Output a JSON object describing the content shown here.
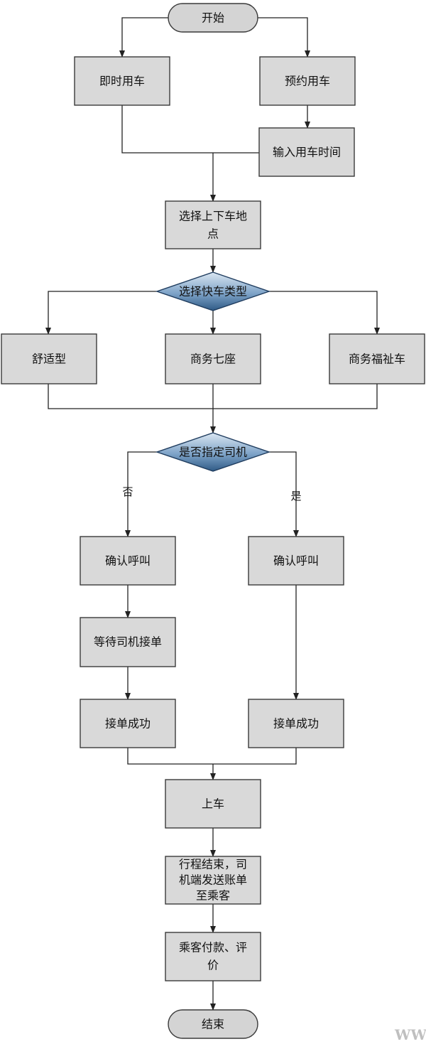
{
  "nodes": {
    "start": "开始",
    "immediate": "即时用车",
    "reserve": "预约用车",
    "input_time": "输入用车时间",
    "select_location": [
      "选择上下车地",
      "点"
    ],
    "select_type": "选择快车类型",
    "comfort": "舒适型",
    "business_seven": "商务七座",
    "business_welfare": "商务福祉车",
    "assign_driver": "是否指定司机",
    "confirm_call_left": "确认呼叫",
    "confirm_call_right": "确认呼叫",
    "wait_driver": "等待司机接单",
    "accepted_left": "接单成功",
    "accepted_right": "接单成功",
    "board": "上车",
    "trip_end": [
      "行程结束，司",
      "机端发送账单",
      "至乘客"
    ],
    "pay_review": [
      "乘客付款、评",
      "价"
    ],
    "end": "结束"
  },
  "edge_labels": {
    "no": "否",
    "yes": "是"
  },
  "watermark": "WW"
}
